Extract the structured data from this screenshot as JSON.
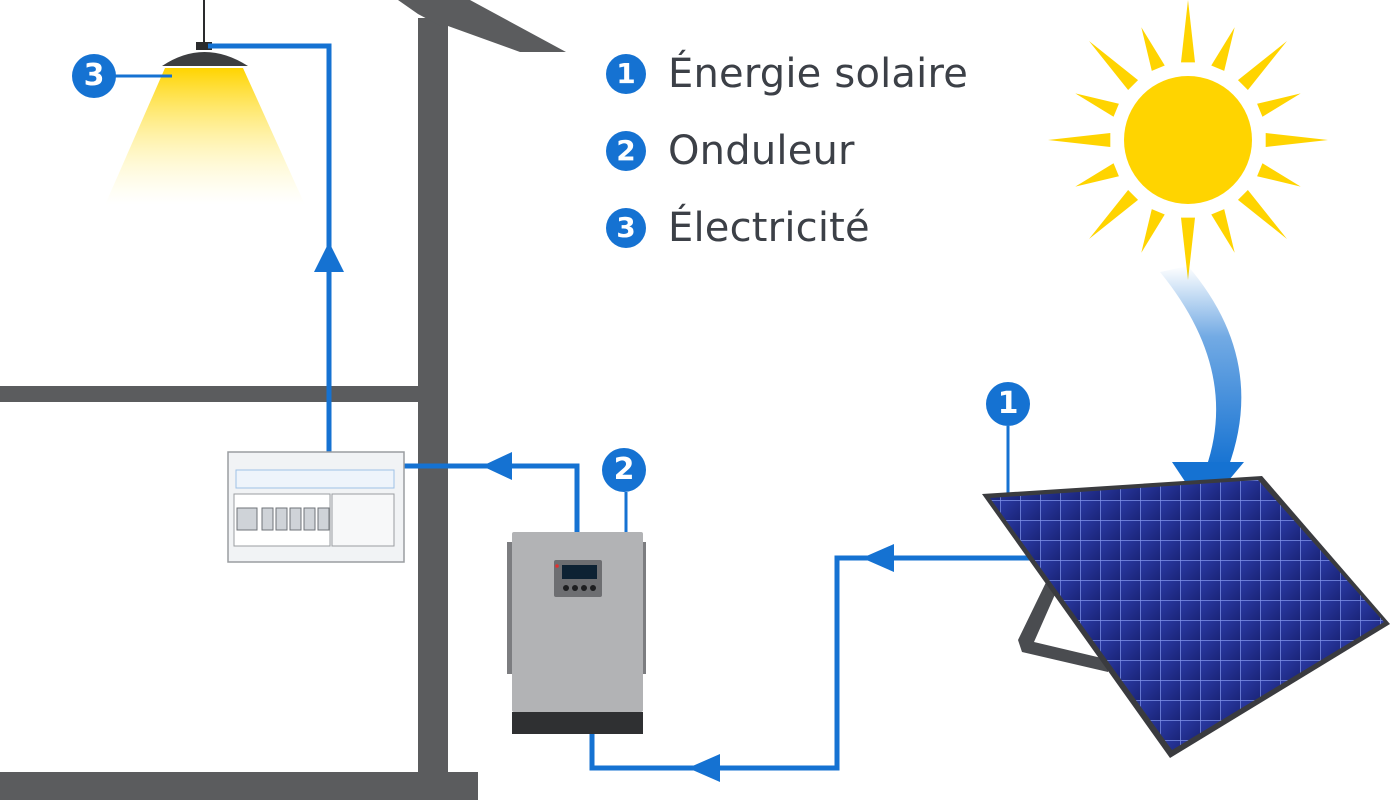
{
  "legend": {
    "items": [
      {
        "number": "1",
        "label": "Énergie solaire"
      },
      {
        "number": "2",
        "label": "Onduleur"
      },
      {
        "number": "3",
        "label": "Électricité"
      }
    ]
  },
  "markers": {
    "panel": "1",
    "inverter": "2",
    "lamp": "3"
  },
  "colors": {
    "accent_blue": "#1572d2",
    "wall_gray": "#5b5c5e",
    "sun_yellow": "#ffd400",
    "panel_blue": "#1d2a8a",
    "inverter_gray": "#b2b3b5",
    "text_dark": "#3c4047"
  }
}
